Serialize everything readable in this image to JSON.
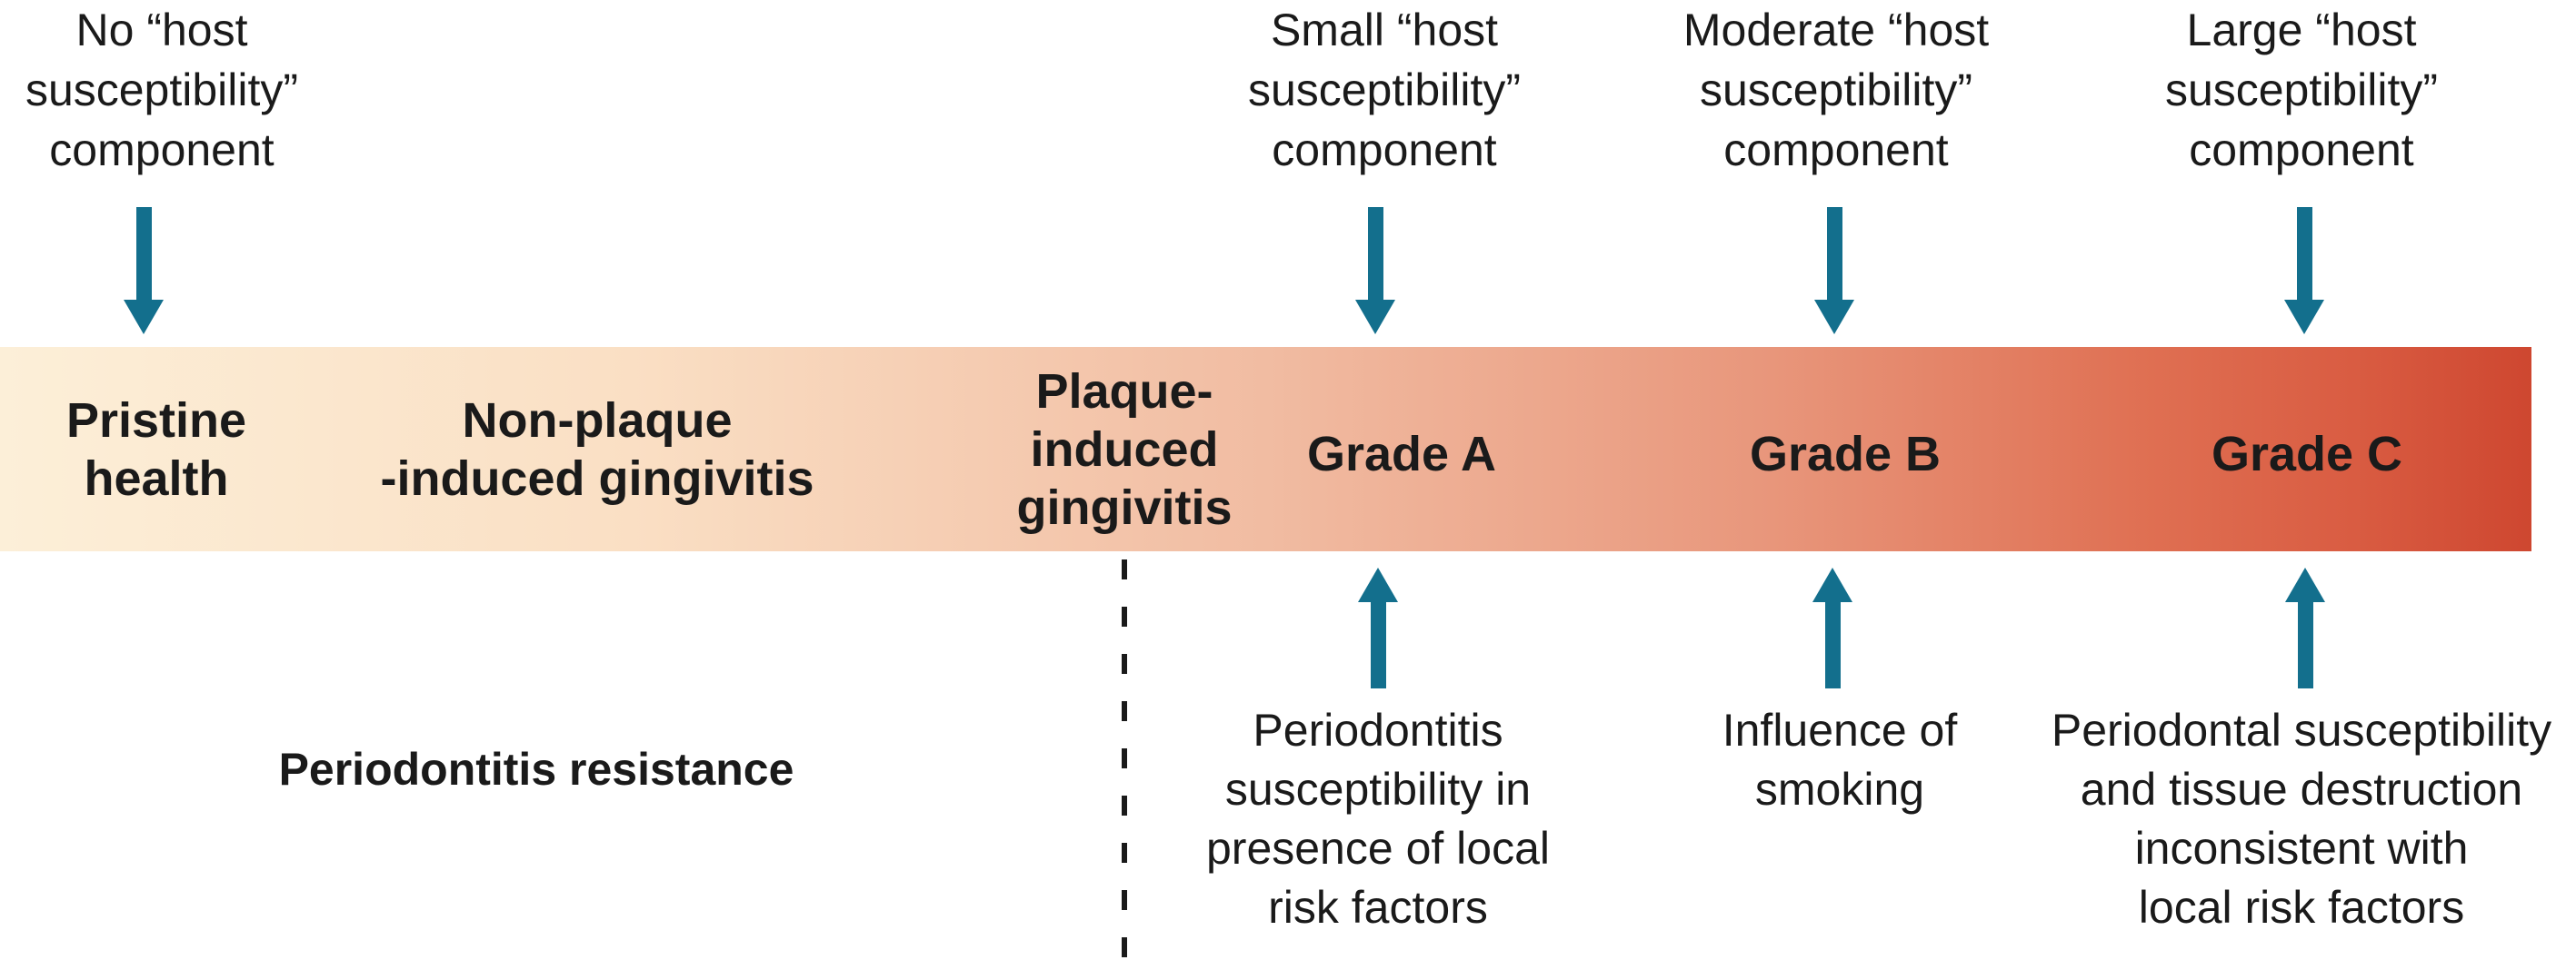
{
  "colors": {
    "ink": "#1A1A1A",
    "teal": "#136F8D",
    "grad0": "#FCEFD8",
    "grad1": "#FADFC4",
    "grad2": "#F1BCA2",
    "grad3": "#E8967B",
    "grad4": "#DF6F52",
    "grad5": "#D95C42",
    "grad6": "#CE4730"
  },
  "icons": {
    "down_arrow": "down-arrow-icon",
    "up_arrow": "up-arrow-icon",
    "divider": "dashed-divider-line"
  },
  "top_annotations": [
    {
      "text": "No “host\nsusceptibility”\ncomponent"
    },
    {
      "text": "Small “host\nsusceptibility”\ncomponent"
    },
    {
      "text": "Moderate “host\nsusceptibility”\ncomponent"
    },
    {
      "text": "Large “host\nsusceptibility”\ncomponent"
    }
  ],
  "bar": {
    "segments": [
      {
        "label": "Pristine\nhealth"
      },
      {
        "label": "Non-plaque\n-induced gingivitis"
      },
      {
        "label": "Plaque-\ninduced\ngingivitis"
      },
      {
        "label": "Grade A"
      },
      {
        "label": "Grade B"
      },
      {
        "label": "Grade C"
      }
    ]
  },
  "bottom_annotations": {
    "resistance": "Periodontitis resistance",
    "items": [
      {
        "text": "Periodontitis\nsusceptibility in\npresence of local\nrisk factors"
      },
      {
        "text": "Influence of\nsmoking"
      },
      {
        "text": "Periodontal susceptibility\nand tissue destruction\ninconsistent with\nlocal risk factors"
      }
    ]
  }
}
